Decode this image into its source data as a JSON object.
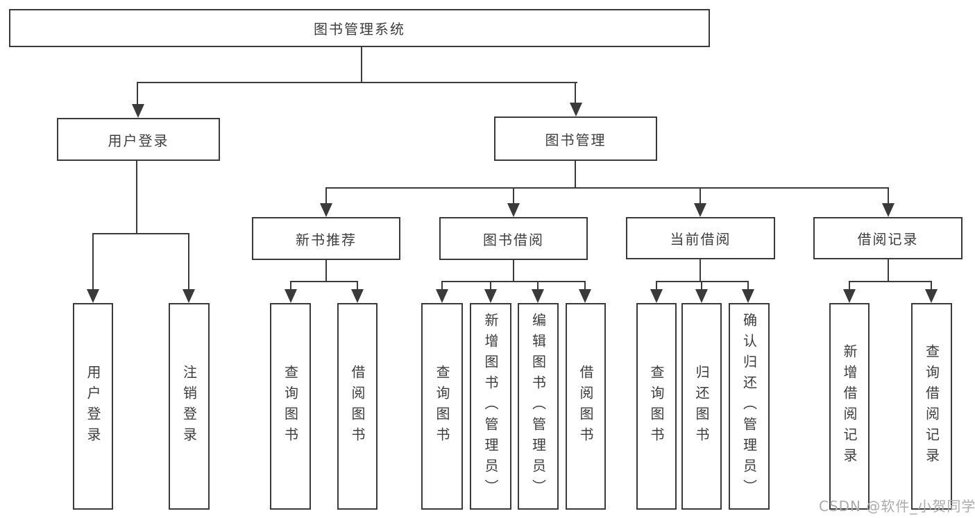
{
  "diagram_type": "hierarchy-tree",
  "watermark": "CSDN @软件_小贺同学",
  "colors": {
    "line": "#3a3a3a",
    "text": "#3d3d3d",
    "watermark": "#ababab",
    "background": "#ffffff"
  },
  "tree": {
    "root": "图书管理系统",
    "children": [
      {
        "label": "用户登录",
        "children": [
          "用户登录",
          "注销登录"
        ]
      },
      {
        "label": "图书管理",
        "children": [
          {
            "label": "新书推荐",
            "children": [
              "查询图书",
              "借阅图书"
            ]
          },
          {
            "label": "图书借阅",
            "children": [
              "查询图书",
              "新增图书（管理员）",
              "编辑图书（管理员）",
              "借阅图书"
            ]
          },
          {
            "label": "当前借阅",
            "children": [
              "查询图书",
              "归还图书",
              "确认归还（管理员）"
            ]
          },
          {
            "label": "借阅记录",
            "children": [
              "新增借阅记录",
              "查询借阅记录"
            ]
          }
        ]
      }
    ]
  }
}
